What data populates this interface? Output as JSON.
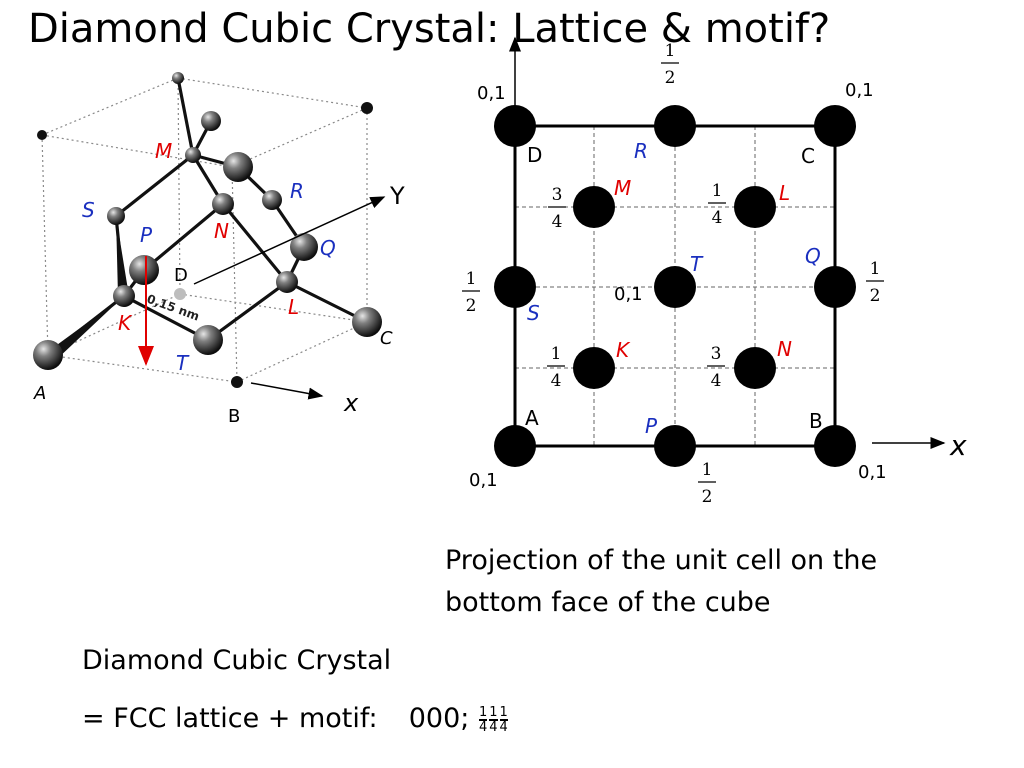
{
  "title": "Diamond Cubic Crystal: Lattice & motif?",
  "cube_3d": {
    "corners": [
      "A",
      "B",
      "C",
      "D"
    ],
    "axes": [
      "X",
      "Y"
    ],
    "atoms_red": [
      "M",
      "N",
      "L",
      "K"
    ],
    "atoms_blue": [
      "S",
      "P",
      "R",
      "Q",
      "T"
    ],
    "bond_length": "0,15 nm"
  },
  "projection": {
    "corner_labels": [
      "0,1",
      "0,1",
      "0,1",
      "0,1"
    ],
    "corners": [
      "A",
      "B",
      "C",
      "D"
    ],
    "axis_label": "x",
    "red_atoms": [
      "M",
      "L",
      "K",
      "N"
    ],
    "blue_atoms": [
      "R",
      "Q",
      "T",
      "S",
      "P"
    ],
    "heights": {
      "top_edge": [
        "1",
        "2"
      ],
      "bottom_edge": [
        "1",
        "2"
      ],
      "left_edge": [
        "1",
        "2"
      ],
      "right_edge": [
        "1",
        "2"
      ],
      "center": "0,1",
      "M": [
        "3",
        "4"
      ],
      "L": [
        "1",
        "4"
      ],
      "K": [
        "1",
        "4"
      ],
      "N": [
        "3",
        "4"
      ]
    },
    "colors": {
      "red": "#e00000",
      "blue": "#1a2fbf"
    }
  },
  "caption": "Projection of the unit cell on the bottom face of the cube",
  "summary": {
    "line1": "Diamond Cubic Crystal",
    "line2_prefix": "= FCC lattice  + motif:",
    "motif": "000;",
    "frac_num": "1",
    "frac_den": "4"
  }
}
